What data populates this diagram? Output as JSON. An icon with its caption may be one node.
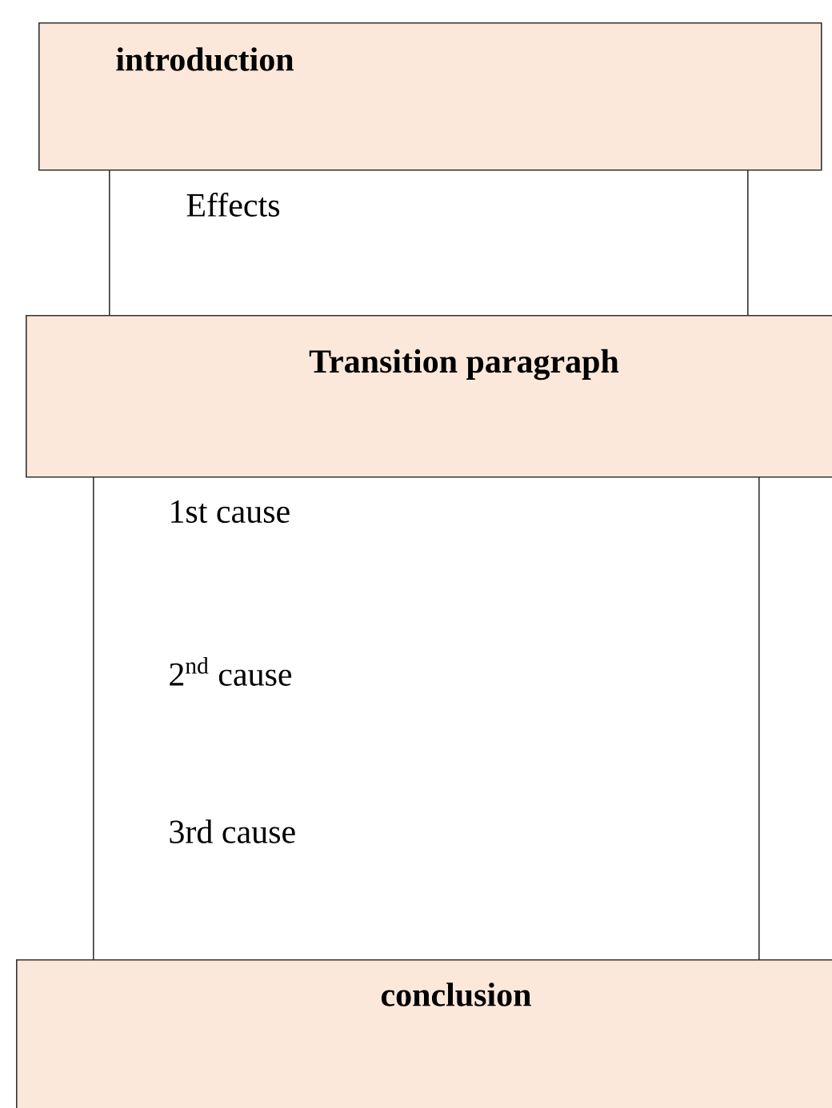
{
  "diagram": {
    "nodes": [
      {
        "text": [
          "introduction"
        ]
      },
      {
        "text": [
          "Effects"
        ]
      },
      {
        "text": [
          "Transition paragraph"
        ]
      },
      {
        "text": [
          "1st cause",
          "2$^{nd}$ cause",
          "3rd cause"
        ]
      },
      {
        "text": [
          "conclusion"
        ]
      }
    ]
  }
}
